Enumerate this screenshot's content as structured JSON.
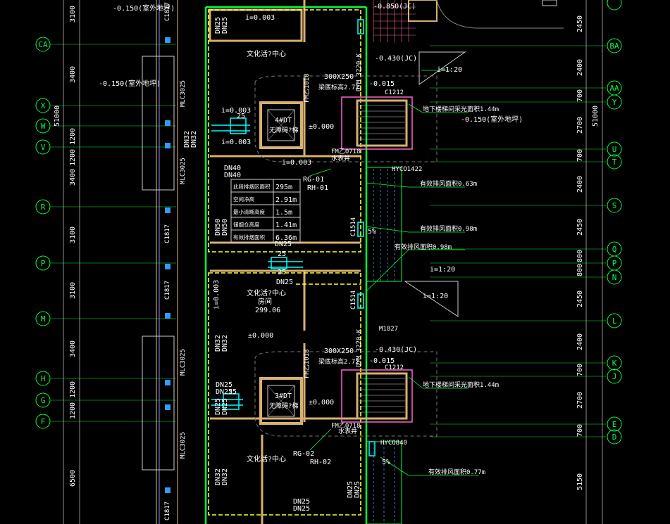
{
  "grid_left": [
    "CA",
    "X",
    "W",
    "V",
    "R",
    "P",
    "M",
    "H",
    "G",
    "F"
  ],
  "grid_right": [
    "BA",
    "AA",
    "Y",
    "U",
    "T",
    "S",
    "Q",
    "P",
    "N",
    "L",
    "K",
    "J",
    "E",
    "D"
  ],
  "dims_left": [
    "3100",
    "3400",
    "1200",
    "1200",
    "3400",
    "3100",
    "3100",
    "3400",
    "1200",
    "1200",
    "6500"
  ],
  "dims_left_total": "51000",
  "dims_right": [
    "2450",
    "2400",
    "700",
    "2700",
    "700",
    "2400",
    "2450",
    "800",
    "800",
    "2450",
    "2400",
    "700",
    "2700",
    "700",
    "5150"
  ],
  "dims_right_total": "51000",
  "levels": {
    "top": "-0.150(室外地坪)",
    "mid_left": "-0.150(室外地坪)",
    "right": "-0.150(室外地坪)",
    "jc_top": "-0.850(JC)",
    "jc_1": "-0.430(JC)",
    "jc_2": "-0.430(JC)",
    "l015_1": "-0.015",
    "l015_2": "-0.015",
    "zero_1": "±0.000",
    "zero_2": "±0.000",
    "zero_3": "±0.000"
  },
  "slopes": {
    "i1": "i=0.003",
    "i2": "i=0.003",
    "i3": "i=0.003",
    "i4": "i=0.003",
    "i5": "i=0.003",
    "ratio1": "i=1:20",
    "ratio2": "i=1:20",
    "ratio3": "i=1:20",
    "pct1": "5%",
    "pct2": "5%"
  },
  "pipes": {
    "dn25": "DN25",
    "dn32": "DN32",
    "dn40": "DN40",
    "dn50": "DN50",
    "n25": "25"
  },
  "rooms": {
    "culture1": "文化活?中心",
    "culture2": "文化活?中心",
    "culture3": "文化活?中心",
    "room_name": "房间",
    "room_area": "299.06",
    "elev1": "4#DT",
    "elev1_sub": "无障碍?梯",
    "elev2": "3#DT",
    "elev2_sub": "无障碍?梯",
    "water_well": "水表井",
    "fire_tag": "FM乙0718"
  },
  "tags": {
    "rg01": "RG-01",
    "rh01": "RH-01",
    "rg02": "RG-02",
    "rh02": "RH-02",
    "duct1": "300X250",
    "duct2": "300X250",
    "dyma": "DYM 3220-K",
    "beam1": "梁底标高2.72",
    "beam2": "梁底标高2.72",
    "c1212": "C1212",
    "mlc": "MLC3025",
    "c1817": "C1817",
    "fm": "FM乙1018",
    "c1514": "C1514",
    "hyco1422": "HYCO1422",
    "hyco840": "HYCO840",
    "m1827": "M1827"
  },
  "notes": {
    "basement1": "地下楼梯间采光面积1.44m",
    "basement2": "地下楼梯间采光面积1.44m",
    "exhaust1": "有效排风面积0.63m",
    "exhaust2": "有效排风面积0.98m",
    "exhaust3": "有效排风面积0.98m",
    "exhaust4": "有效排风面积0.77m"
  },
  "info_table": [
    {
      "k": "此段排烟区面积",
      "v": "295m"
    },
    {
      "k": "空间净高",
      "v": "2.91m"
    },
    {
      "k": "最小清晰高度",
      "v": "1.5m"
    },
    {
      "k": "储烟仓高度",
      "v": "1.41m"
    },
    {
      "k": "有效排烟面积",
      "v": "6.36m"
    }
  ]
}
